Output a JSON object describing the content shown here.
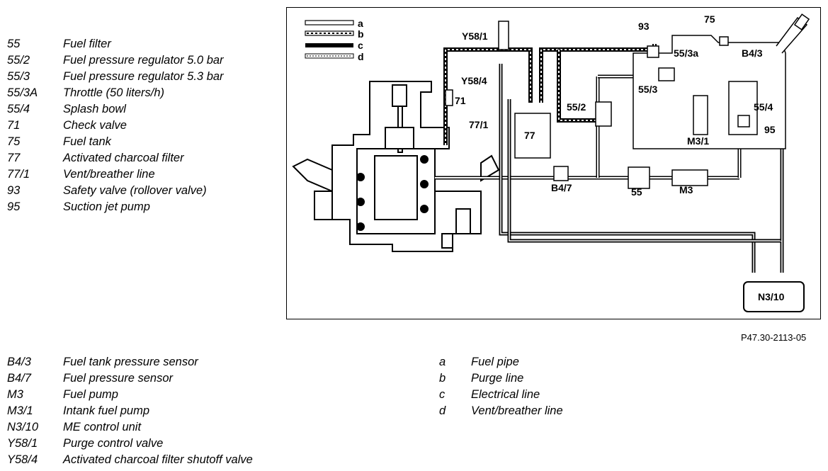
{
  "legend_top": [
    {
      "code": "55",
      "desc": "Fuel filter"
    },
    {
      "code": "55/2",
      "desc": "Fuel pressure regulator 5.0 bar"
    },
    {
      "code": "55/3",
      "desc": "Fuel pressure regulator 5.3 bar"
    },
    {
      "code": "55/3A",
      "desc": "Throttle (50 liters/h)"
    },
    {
      "code": "55/4",
      "desc": "Splash bowl"
    },
    {
      "code": "71",
      "desc": "Check valve"
    },
    {
      "code": "75",
      "desc": "Fuel tank"
    },
    {
      "code": "77",
      "desc": "Activated charcoal filter"
    },
    {
      "code": "77/1",
      "desc": "Vent/breather line"
    },
    {
      "code": "93",
      "desc": "Safety valve (rollover valve)"
    },
    {
      "code": "95",
      "desc": "Suction jet pump"
    }
  ],
  "legend_bottom_left": [
    {
      "code": "B4/3",
      "desc": "Fuel tank pressure sensor"
    },
    {
      "code": "B4/7",
      "desc": "Fuel pressure sensor"
    },
    {
      "code": "M3",
      "desc": "Fuel pump"
    },
    {
      "code": "M3/1",
      "desc": "Intank fuel pump"
    },
    {
      "code": "N3/10",
      "desc": "ME control unit"
    },
    {
      "code": "Y58/1",
      "desc": "Purge control valve"
    },
    {
      "code": "Y58/4",
      "desc": "Activated charcoal filter shutoff valve"
    }
  ],
  "legend_bottom_right": [
    {
      "code": "a",
      "desc": "Fuel pipe"
    },
    {
      "code": "b",
      "desc": "Purge line"
    },
    {
      "code": "c",
      "desc": "Electrical line"
    },
    {
      "code": "d",
      "desc": "Vent/breather line"
    }
  ],
  "reference_code": "P47.30-2113-05",
  "diagram_labels": {
    "line_a": "a",
    "line_b": "b",
    "line_c": "c",
    "line_d": "d",
    "y58_1": "Y58/1",
    "y58_4": "Y58/4",
    "c71": "71",
    "c77_1": "77/1",
    "c77": "77",
    "c55_2": "55/2",
    "c93": "93",
    "c75": "75",
    "c55_3a": "55/3a",
    "b4_3": "B4/3",
    "c55_3": "55/3",
    "c55_4": "55/4",
    "m3_1": "M3/1",
    "c95": "95",
    "b4_7": "B4/7",
    "c55": "55",
    "m3": "M3",
    "n3_10": "N3/10"
  }
}
